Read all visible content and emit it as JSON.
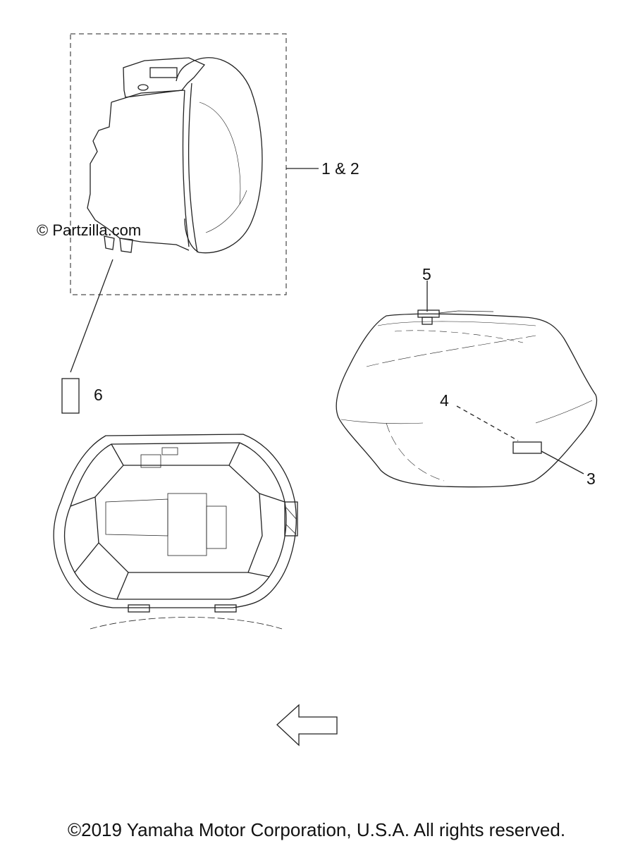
{
  "watermark": "© Partzilla.com",
  "callouts": {
    "c12": "1 & 2",
    "c3": "3",
    "c4": "4",
    "c5": "5",
    "c6": "6"
  },
  "copyright": "©2019 Yamaha Motor Corporation, U.S.A. All rights reserved."
}
